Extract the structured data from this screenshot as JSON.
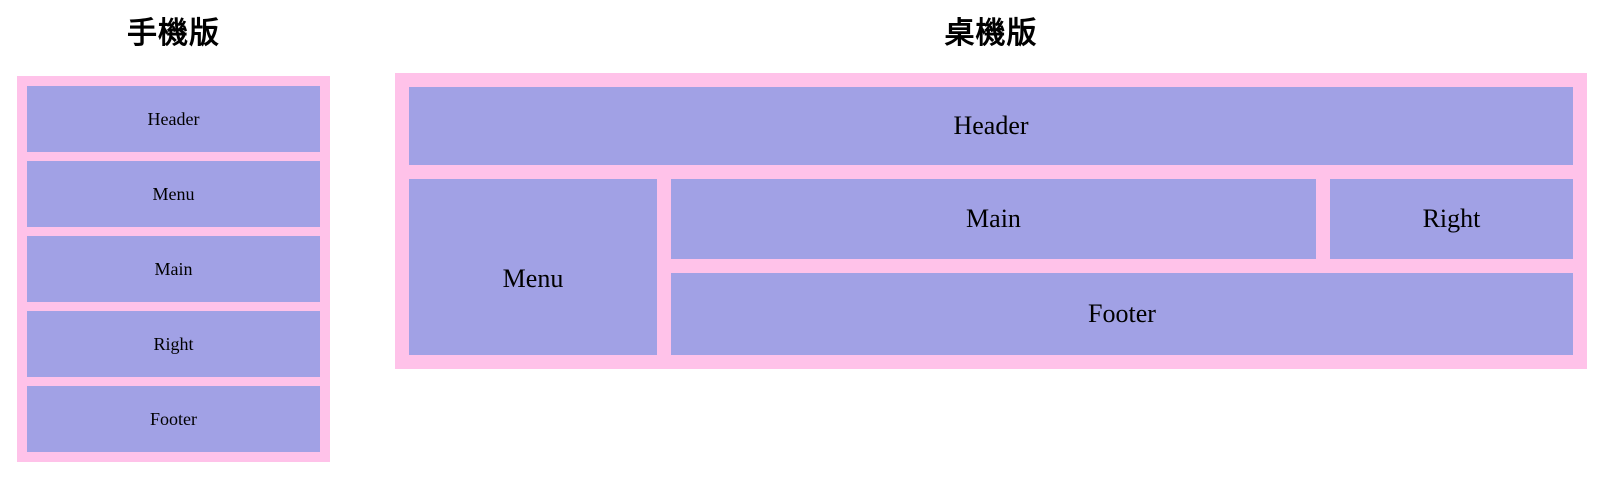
{
  "colors": {
    "frame_pink": "#ffc2e9",
    "box_purple": "#a1a1e5",
    "label_text": "#000000",
    "page_bg": "#ffffff"
  },
  "mobile": {
    "title": "手機版",
    "boxes": [
      "Header",
      "Menu",
      "Main",
      "Right",
      "Footer"
    ]
  },
  "desktop": {
    "title": "桌機版",
    "boxes": [
      "Header",
      "Menu",
      "Main",
      "Right",
      "Footer"
    ]
  }
}
